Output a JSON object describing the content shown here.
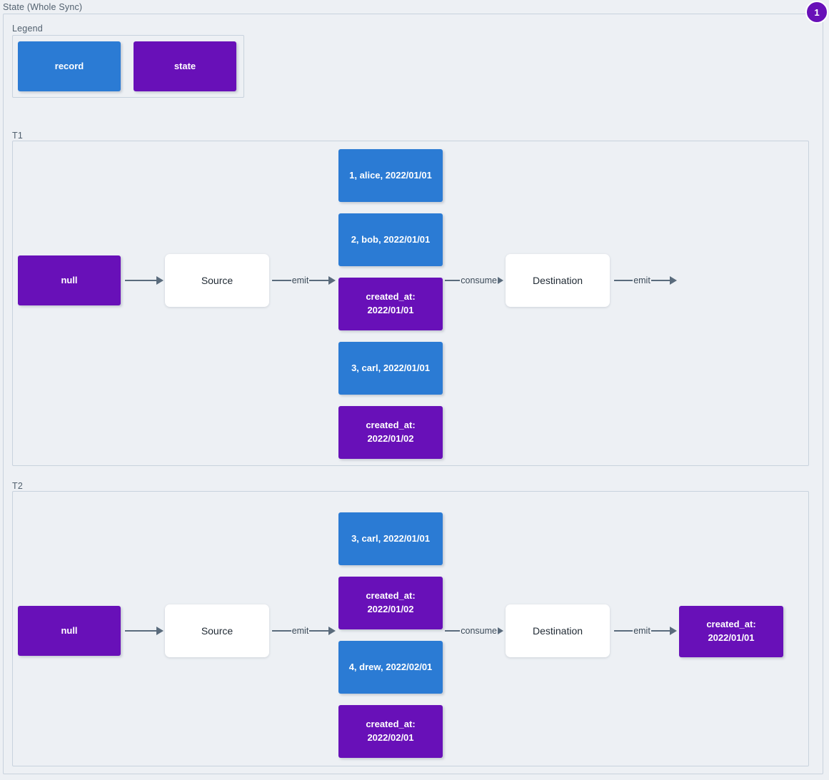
{
  "diagram": {
    "title": "State (Whole Sync)",
    "badge": "1",
    "colors": {
      "record": "#2b7bd4",
      "state": "#6810b8",
      "plain": "#ffffff",
      "edge": "#5a6b7c",
      "background": "#edf0f4",
      "border": "#c8d2dd"
    }
  },
  "legend": {
    "title": "Legend",
    "items": [
      {
        "label": "record",
        "kind": "record"
      },
      {
        "label": "state",
        "kind": "state"
      }
    ]
  },
  "sections": [
    {
      "title": "T1",
      "initial_state": "null",
      "source": "Source",
      "destination": "Destination",
      "output_state": "",
      "edges": [
        {
          "label": ""
        },
        {
          "label": "emit"
        },
        {
          "label": "consume"
        },
        {
          "label": "emit"
        }
      ],
      "messages": [
        {
          "kind": "record",
          "label": "1, alice, 2022/01/01"
        },
        {
          "kind": "record",
          "label": "2, bob, 2022/01/01"
        },
        {
          "kind": "state",
          "label": "created_at:\n2022/01/01"
        },
        {
          "kind": "record",
          "label": "3, carl, 2022/01/01"
        },
        {
          "kind": "state",
          "label": "created_at:\n2022/01/02"
        }
      ]
    },
    {
      "title": "T2",
      "initial_state": "null",
      "source": "Source",
      "destination": "Destination",
      "output_state": "created_at:\n2022/01/01",
      "edges": [
        {
          "label": ""
        },
        {
          "label": "emit"
        },
        {
          "label": "consume"
        },
        {
          "label": "emit"
        }
      ],
      "messages": [
        {
          "kind": "record",
          "label": "3, carl, 2022/01/01"
        },
        {
          "kind": "state",
          "label": "created_at:\n2022/01/02"
        },
        {
          "kind": "record",
          "label": "4, drew, 2022/02/01"
        },
        {
          "kind": "state",
          "label": "created_at:\n2022/02/01"
        }
      ]
    }
  ]
}
